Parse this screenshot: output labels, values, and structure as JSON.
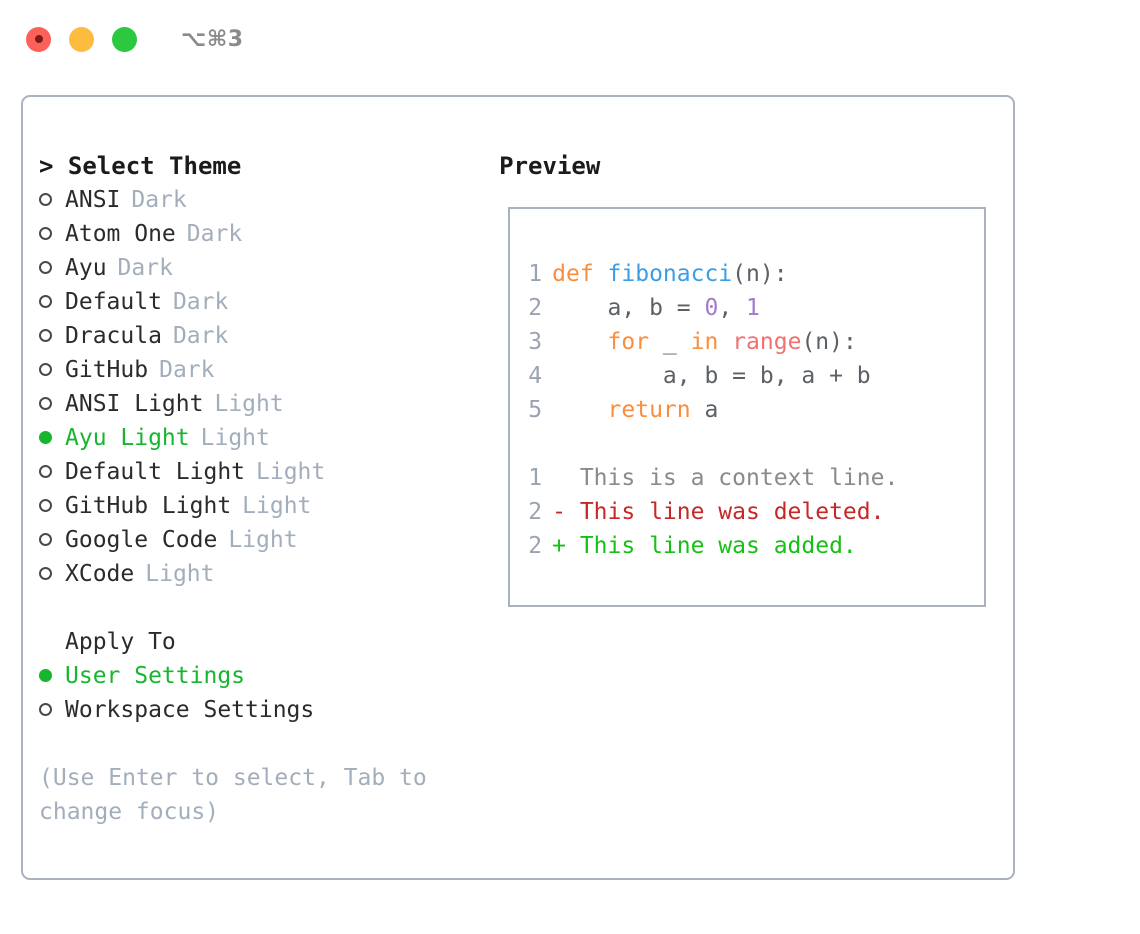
{
  "window": {
    "title": "⌥⌘3",
    "controls": [
      {
        "name": "close",
        "color": "#fc6058"
      },
      {
        "name": "minimize",
        "color": "#fdbc40"
      },
      {
        "name": "maximize",
        "color": "#2bc840"
      }
    ]
  },
  "theme_picker": {
    "heading": "> Select Theme",
    "items": [
      {
        "label": "ANSI",
        "variant": "Dark",
        "selected": false
      },
      {
        "label": "Atom One",
        "variant": "Dark",
        "selected": false
      },
      {
        "label": "Ayu",
        "variant": "Dark",
        "selected": false
      },
      {
        "label": "Default",
        "variant": "Dark",
        "selected": false
      },
      {
        "label": "Dracula",
        "variant": "Dark",
        "selected": false
      },
      {
        "label": "GitHub",
        "variant": "Dark",
        "selected": false
      },
      {
        "label": "ANSI Light",
        "variant": "Light",
        "selected": false
      },
      {
        "label": "Ayu Light",
        "variant": "Light",
        "selected": true
      },
      {
        "label": "Default Light",
        "variant": "Light",
        "selected": false
      },
      {
        "label": "GitHub Light",
        "variant": "Light",
        "selected": false
      },
      {
        "label": "Google Code",
        "variant": "Light",
        "selected": false
      },
      {
        "label": "XCode",
        "variant": "Light",
        "selected": false
      }
    ]
  },
  "apply_to": {
    "heading": "Apply To",
    "items": [
      {
        "label": "User Settings",
        "selected": true
      },
      {
        "label": "Workspace Settings",
        "selected": false
      }
    ]
  },
  "hint": "(Use Enter to select, Tab to change focus)",
  "preview": {
    "heading": "Preview",
    "code_lines": [
      {
        "number": "1",
        "tokens": [
          {
            "text": "def ",
            "style": "kw"
          },
          {
            "text": "fibonacci",
            "style": "fn"
          },
          {
            "text": "(n):",
            "style": "plain"
          }
        ]
      },
      {
        "number": "2",
        "tokens": [
          {
            "text": "    a, b = ",
            "style": "plain"
          },
          {
            "text": "0",
            "style": "num"
          },
          {
            "text": ", ",
            "style": "plain"
          },
          {
            "text": "1",
            "style": "num"
          }
        ]
      },
      {
        "number": "3",
        "tokens": [
          {
            "text": "    ",
            "style": "plain"
          },
          {
            "text": "for",
            "style": "kw"
          },
          {
            "text": " _ ",
            "style": "plain"
          },
          {
            "text": "in",
            "style": "kw"
          },
          {
            "text": " ",
            "style": "plain"
          },
          {
            "text": "range",
            "style": "call"
          },
          {
            "text": "(n):",
            "style": "plain"
          }
        ]
      },
      {
        "number": "4",
        "tokens": [
          {
            "text": "        a, b = b, a + b",
            "style": "plain"
          }
        ]
      },
      {
        "number": "5",
        "tokens": [
          {
            "text": "    ",
            "style": "plain"
          },
          {
            "text": "return",
            "style": "kw"
          },
          {
            "text": " a",
            "style": "plain"
          }
        ]
      }
    ],
    "diff_lines": [
      {
        "number": "1",
        "marker": "  ",
        "text": "This is a context line.",
        "style": "ctx"
      },
      {
        "number": "2",
        "marker": "- ",
        "text": "This line was deleted.",
        "style": "del"
      },
      {
        "number": "2",
        "marker": "+ ",
        "text": "This line was added.",
        "style": "add"
      }
    ]
  },
  "colors": {
    "keyword": "#fa8d3e",
    "function": "#3b9ee5",
    "number": "#a37acc",
    "builtin": "#f07171",
    "plain": "#5c6166",
    "selected": "#17b530",
    "muted": "#a3aebc",
    "border": "#aab2bd",
    "diff_add": "#17c016",
    "diff_del": "#c62828"
  }
}
